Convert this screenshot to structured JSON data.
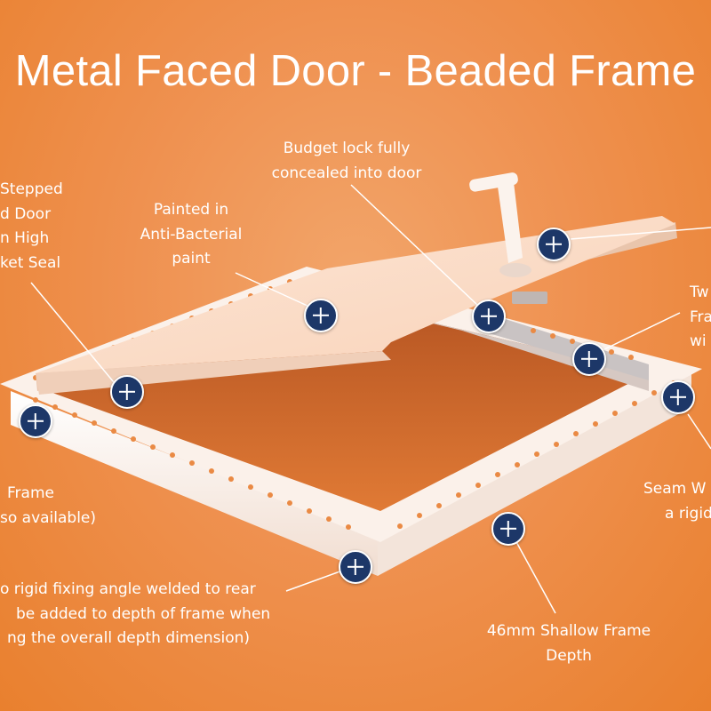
{
  "title": "Metal Faced Door - Beaded Frame",
  "labels": {
    "budget_lock": [
      "Budget lock fully",
      "concealed into door"
    ],
    "painted": [
      "Painted in",
      "Anti-Bacterial",
      "paint"
    ],
    "stepped": [
      "Stepped",
      "d Door",
      "n High",
      "ket Seal"
    ],
    "tw": [
      "Tw",
      "Fra",
      "wi"
    ],
    "frame": [
      "Frame",
      "so available)"
    ],
    "seam": [
      "Seam W",
      "a rigid"
    ],
    "fixing": [
      "o rigid fixing angle welded to rear",
      "be added to depth of frame when",
      "ng the overall depth dimension)"
    ],
    "shallow": [
      "46mm Shallow Frame",
      "Depth"
    ]
  },
  "colors": {
    "hotspot": "#1d3768",
    "background": "#ef9150",
    "text": "#ffffff"
  }
}
